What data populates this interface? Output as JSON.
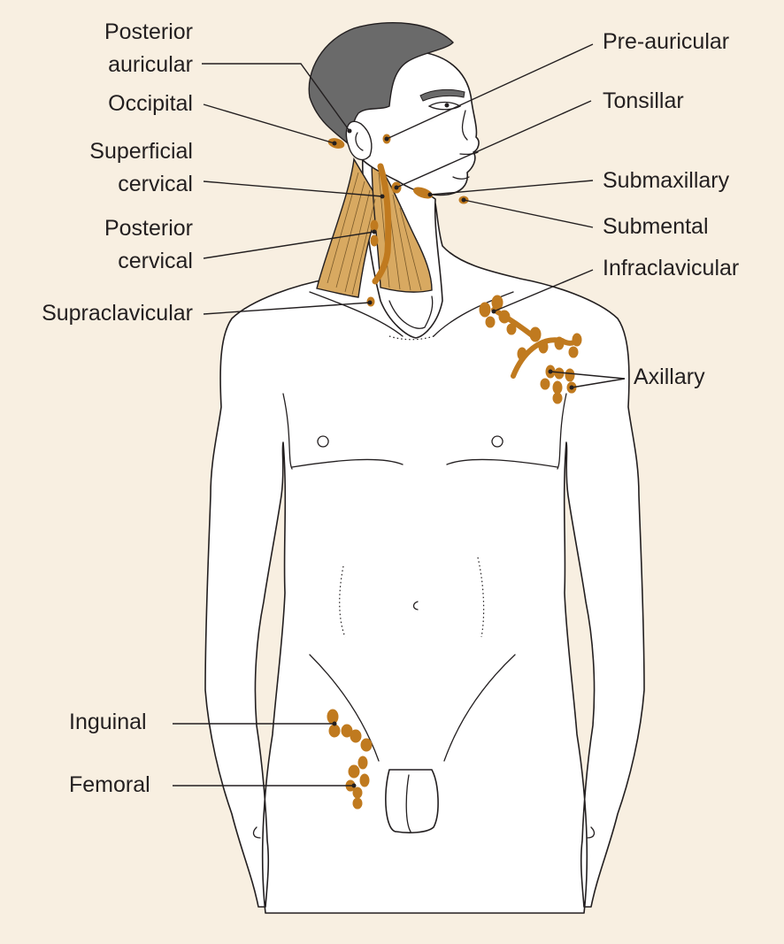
{
  "labels": {
    "posterior_auricular": [
      "Posterior",
      "auricular"
    ],
    "occipital": "Occipital",
    "superficial_cervical": [
      "Superficial",
      "cervical"
    ],
    "posterior_cervical": [
      "Posterior",
      "cervical"
    ],
    "supraclavicular": "Supraclavicular",
    "pre_auricular": "Pre-auricular",
    "tonsillar": "Tonsillar",
    "submaxillary": "Submaxillary",
    "submental": "Submental",
    "infraclavicular": "Infraclavicular",
    "axillary": "Axillary",
    "inguinal": "Inguinal",
    "femoral": "Femoral"
  },
  "colors": {
    "background": "#f8efe1",
    "lymph_node": "#c07a1f",
    "hair": "#6a6a6a",
    "muscle": "#d8a961",
    "outline": "#231f20"
  }
}
